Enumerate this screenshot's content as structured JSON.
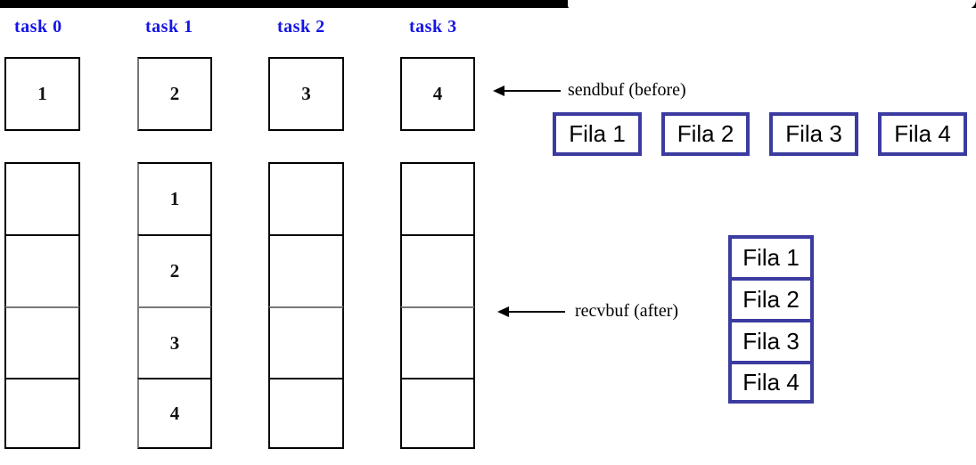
{
  "diagram": {
    "title_labels": {
      "sendbuf": "sendbuf (before)",
      "recvbuf": "recvbuf (after)"
    },
    "accent_color": "#3b3ba0",
    "task_label_color": "#1414e6",
    "box_border_color": "#000000"
  },
  "tasks": [
    {
      "label": "task 0",
      "send_value": "1"
    },
    {
      "label": "task 1",
      "send_value": "2"
    },
    {
      "label": "task 2",
      "send_value": "3"
    },
    {
      "label": "task 3",
      "send_value": "4"
    }
  ],
  "recv_columns": [
    {
      "task": "task 0",
      "cells": [
        "",
        "",
        "",
        ""
      ]
    },
    {
      "task": "task 1",
      "cells": [
        "1",
        "2",
        "3",
        "4"
      ]
    },
    {
      "task": "task 2",
      "cells": [
        "",
        "",
        "",
        ""
      ]
    },
    {
      "task": "task 3",
      "cells": [
        "",
        "",
        "",
        ""
      ]
    }
  ],
  "fila_row": [
    {
      "label": "Fila 1"
    },
    {
      "label": "Fila 2"
    },
    {
      "label": "Fila 3"
    },
    {
      "label": "Fila 4"
    }
  ],
  "fila_stack": [
    {
      "label": "Fila 1"
    },
    {
      "label": "Fila 2"
    },
    {
      "label": "Fila 3"
    },
    {
      "label": "Fila 4"
    }
  ],
  "icons": {
    "send_arrow": "arrow-left-icon",
    "recv_arrow": "arrow-left-icon"
  }
}
